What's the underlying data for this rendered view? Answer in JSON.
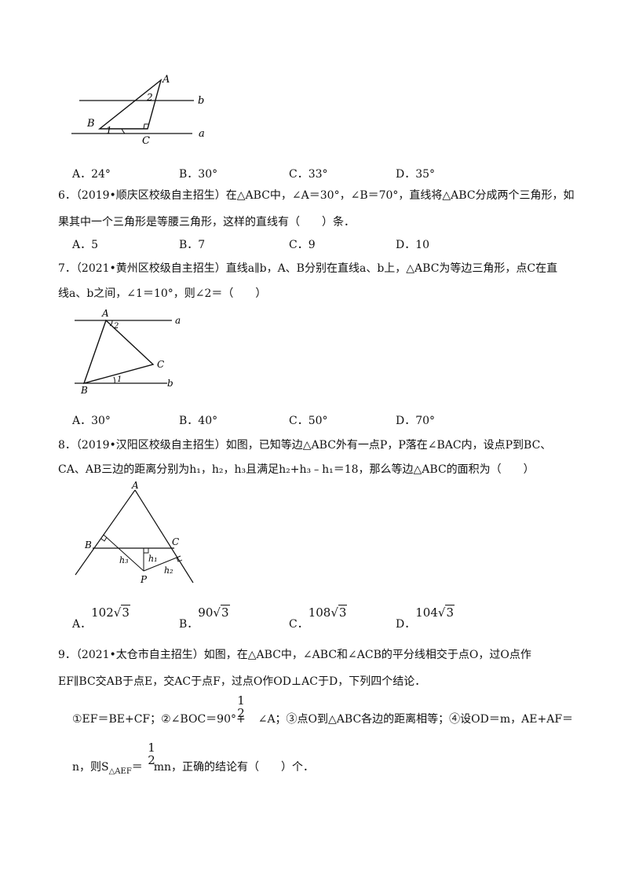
{
  "fig1": {
    "labels": {
      "A": "A",
      "B": "B",
      "C": "C",
      "a": "a",
      "b": "b",
      "angle1": "1",
      "angle2": "2"
    }
  },
  "q5": {
    "options": [
      "A．24°",
      "B．30°",
      "C．33°",
      "D．35°"
    ]
  },
  "q6": {
    "line1": "6．（2019•顺庆区校级自主招生）在△ABC中，∠A＝30°，∠B＝70°，直线将△ABC分成两个三角形，如",
    "line2": "果其中一个三角形是等腰三角形，这样的直线有（　　）条．",
    "options": [
      "A．5",
      "B．7",
      "C．9",
      "D．10"
    ]
  },
  "q7": {
    "line1": "7．（2021•黄州区校级自主招生）直线a∥b，A、B分别在直线a、b上，△ABC为等边三角形，点C在直",
    "line2": "线a、b之间，∠1＝10°，则∠2＝（　　）",
    "labels": {
      "A": "A",
      "B": "B",
      "C": "C",
      "a": "a",
      "b": "b",
      "angle1": "1",
      "angle2": "2"
    },
    "options": [
      "A．30°",
      "B．40°",
      "C．50°",
      "D．70°"
    ]
  },
  "q8": {
    "line1": "8．（2019•汉阳区校级自主招生）如图，已知等边△ABC外有一点P，P落在∠BAC内，设点P到BC、",
    "line2": "CA、AB三边的距离分别为h₁，h₂，h₃且满足h₂+h₃﹣h₁＝18，那么等边△ABC的面积为（　　）",
    "labels": {
      "A": "A",
      "B": "B",
      "C": "C",
      "P": "P",
      "h1": "h₁",
      "h2": "h₂",
      "h3": "h₃"
    },
    "options": [
      {
        "letter": "A．",
        "coef": "102",
        "rad": "3"
      },
      {
        "letter": "B．",
        "coef": "90",
        "rad": "3"
      },
      {
        "letter": "C．",
        "coef": "108",
        "rad": "3"
      },
      {
        "letter": "D．",
        "coef": "104",
        "rad": "3"
      }
    ]
  },
  "q9": {
    "line1": "9．（2021•太仓市自主招生）如图，在△ABC中，∠ABC和∠ACB的平分线相交于点O，过O点作",
    "line2": "EF∥BC交AB于点E，交AC于点F，过点O作OD⊥AC于D，下列四个结论．",
    "line3a": "①EF＝BE+CF；②∠BOC＝90°+",
    "line3b": "∠A；③点O到△ABC各边的距离相等；④设OD＝m，AE+AF＝",
    "line4a": "n，则S",
    "line4sub": "△AEF",
    "line4b": "＝",
    "line4c": "mn，正确的结论有（　　）个．",
    "frac_num": "1",
    "frac_den": "2"
  }
}
